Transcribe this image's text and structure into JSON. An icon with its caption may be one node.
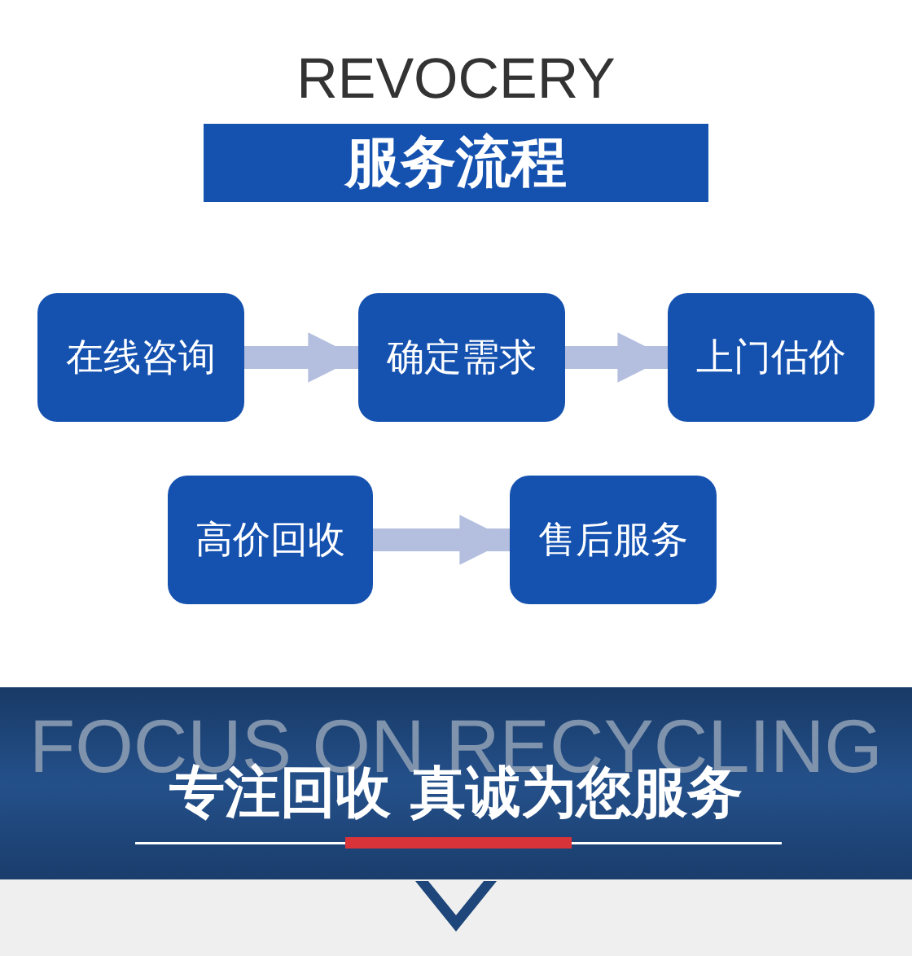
{
  "diagram": {
    "title": "REVOCERY",
    "nodes": [
      {
        "text": [
          "在线咨询"
        ]
      },
      {
        "text": [
          "确定需求"
        ]
      },
      {
        "text": [
          "上门估价"
        ]
      },
      {
        "text": [
          "高价回收"
        ]
      },
      {
        "text": [
          "售后服务"
        ]
      }
    ],
    "edges": [
      {
        "from": 0,
        "to": 1,
        "arrow": "to"
      },
      {
        "from": 1,
        "to": 2,
        "arrow": "to"
      },
      {
        "from": 3,
        "to": 4,
        "arrow": "to"
      }
    ],
    "labels": [
      "服务流程",
      "FOCUS ON RECYCLING",
      "专注回收 真诚为您服务"
    ]
  }
}
